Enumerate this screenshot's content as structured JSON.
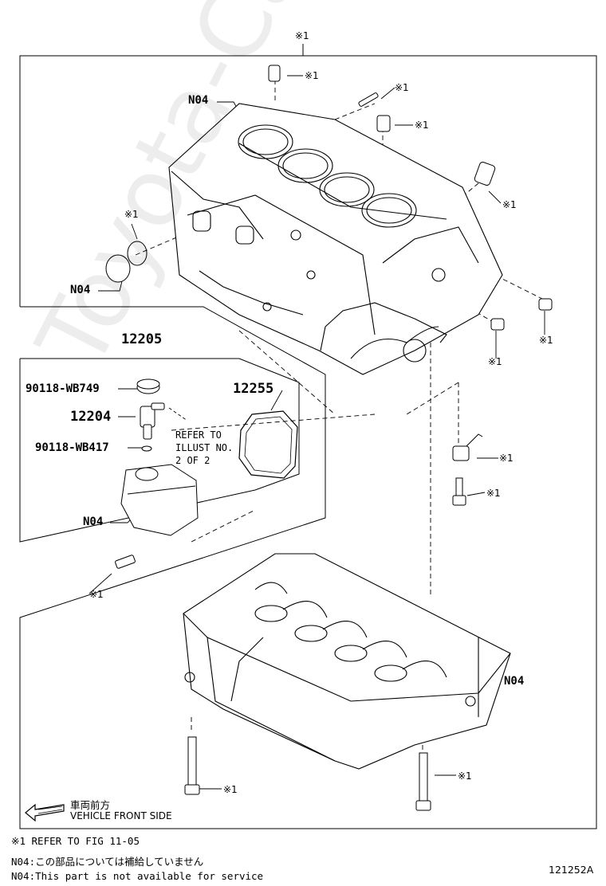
{
  "labels": {
    "top_ref": "※1",
    "n04": "N04",
    "ref1": "※1",
    "group_12205": "12205",
    "part_90118_wb749": "90118-WB749",
    "part_12204": "12204",
    "part_90118_wb417": "90118-WB417",
    "part_12255": "12255",
    "refer_to_illust": [
      "REFER TO",
      "ILLUST NO.",
      "2 OF 2"
    ]
  },
  "footer": {
    "front_jp": "車両前方",
    "front_en": "VEHICLE FRONT SIDE",
    "note_ref": "※1  REFER TO FIG 11-05",
    "note_n04_jp": "N04:この部品については補給していません",
    "note_n04_en": "N04:This part is not available for service",
    "figure_id": "121252A"
  },
  "watermark": "Toyota-Catalog.ru",
  "icons": {
    "front_arrow": "left-arrow-icon"
  }
}
